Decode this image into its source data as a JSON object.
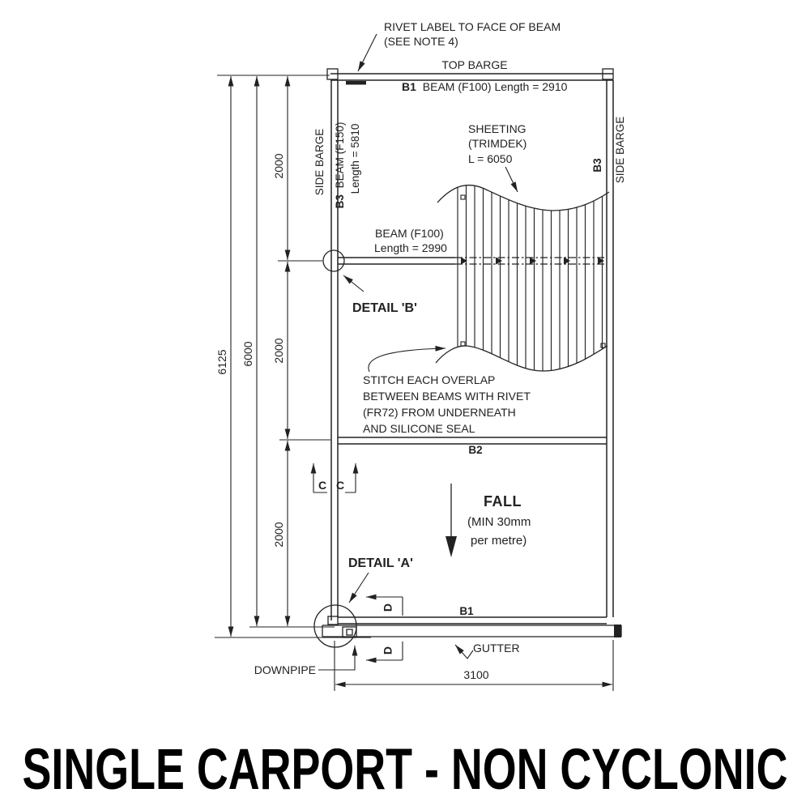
{
  "title": "SINGLE CARPORT - NON CYCLONIC",
  "annotations": {
    "rivet_note_line1": "RIVET LABEL TO FACE OF BEAM",
    "rivet_note_line2": "(SEE NOTE 4)",
    "top_barge": "TOP BARGE",
    "top_beam_tag": "B1",
    "top_beam_spec": "BEAM (F100)  Length = 2910",
    "side_barge_left": "SIDE BARGE",
    "left_beam_tag": "B3",
    "left_beam_spec": "BEAM (F150)",
    "left_beam_length": "Length = 5810",
    "sheeting_line1": "SHEETING",
    "sheeting_line2": "(TRIMDEK)",
    "sheeting_line3": "L = 6050",
    "right_beam_tag": "B3",
    "side_barge_right": "SIDE BARGE",
    "mid_beam_line1": "BEAM (F100)",
    "mid_beam_line2": "Length = 2990",
    "detail_b": "DETAIL 'B'",
    "stitch_line1": "STITCH EACH OVERLAP",
    "stitch_line2": "BETWEEN BEAMS WITH RIVET",
    "stitch_line3": "(FR72) FROM UNDERNEATH",
    "stitch_line4": "AND SILICONE SEAL",
    "b2_tag": "B2",
    "section_c": "C",
    "fall_title": "FALL",
    "fall_line2": "(MIN 30mm",
    "fall_line3": "per metre)",
    "detail_a": "DETAIL 'A'",
    "section_d": "D",
    "b1_bottom_tag": "B1",
    "gutter": "GUTTER",
    "downpipe": "DOWNPIPE"
  },
  "dimensions": {
    "overall_incl_gutter": "6125",
    "beam_length_overall": "6000",
    "bay_top": "2000",
    "bay_mid": "2000",
    "bay_bottom": "2000",
    "width": "3100"
  },
  "colors": {
    "line": "#222222",
    "background": "#ffffff",
    "title": "#000000"
  }
}
